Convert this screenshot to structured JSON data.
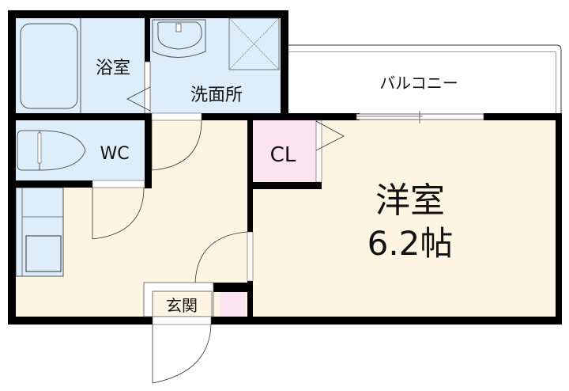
{
  "floor_plan": {
    "rooms": [
      {
        "id": "bathroom",
        "label": "浴室"
      },
      {
        "id": "washroom",
        "label": "洗面所"
      },
      {
        "id": "balcony",
        "label": "バルコニー"
      },
      {
        "id": "toilet",
        "label": "WC"
      },
      {
        "id": "closet",
        "label": "CL"
      },
      {
        "id": "western_room",
        "label": "洋室",
        "size": "6.2帖"
      },
      {
        "id": "entrance",
        "label": "玄関"
      }
    ],
    "colors": {
      "wet_area": "#ddeefa",
      "living_area": "#fdf5e1",
      "closet": "#fbe3ef",
      "wall": "#000000",
      "balcony": "#ffffff"
    }
  }
}
